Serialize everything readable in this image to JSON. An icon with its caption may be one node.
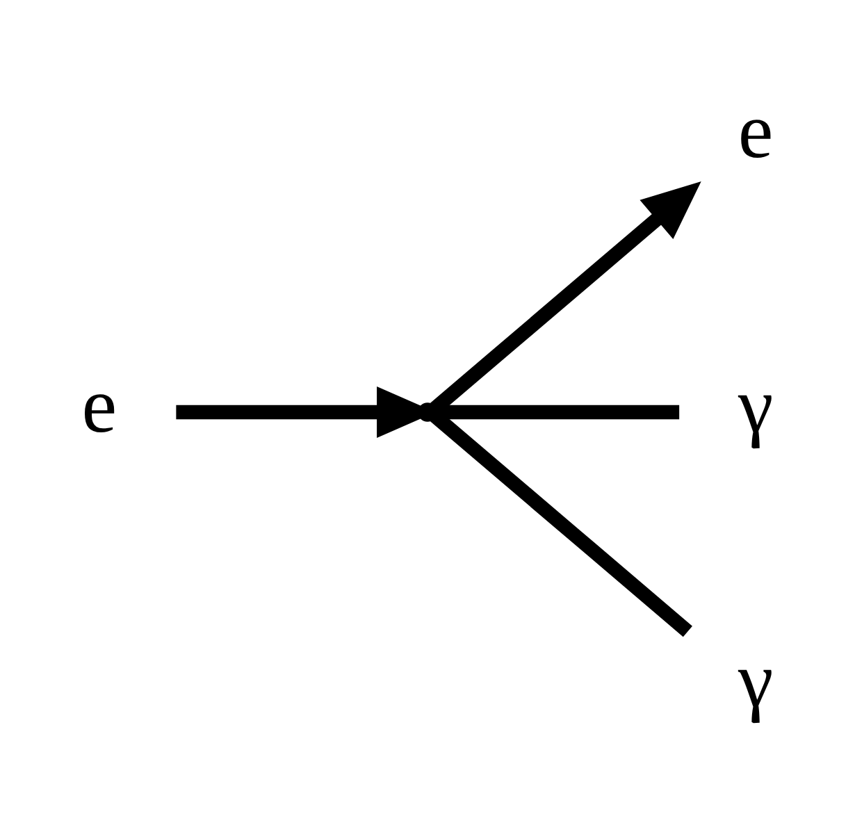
{
  "diagram": {
    "nodes": [
      {
        "text": [
          "e"
        ]
      },
      {
        "text": [
          "γ"
        ]
      },
      {
        "text": [
          "γ"
        ]
      },
      {
        "text": [],
        "shape": "point"
      },
      {
        "text": [
          "e"
        ]
      }
    ],
    "edges": [
      {
        "from": 4,
        "to": 3,
        "arrow": "to"
      },
      {
        "from": 3,
        "to": 0,
        "arrow": "to"
      },
      {
        "from": 3,
        "to": 1,
        "arrow": "none"
      },
      {
        "from": 3,
        "to": 2,
        "arrow": "none"
      }
    ]
  }
}
